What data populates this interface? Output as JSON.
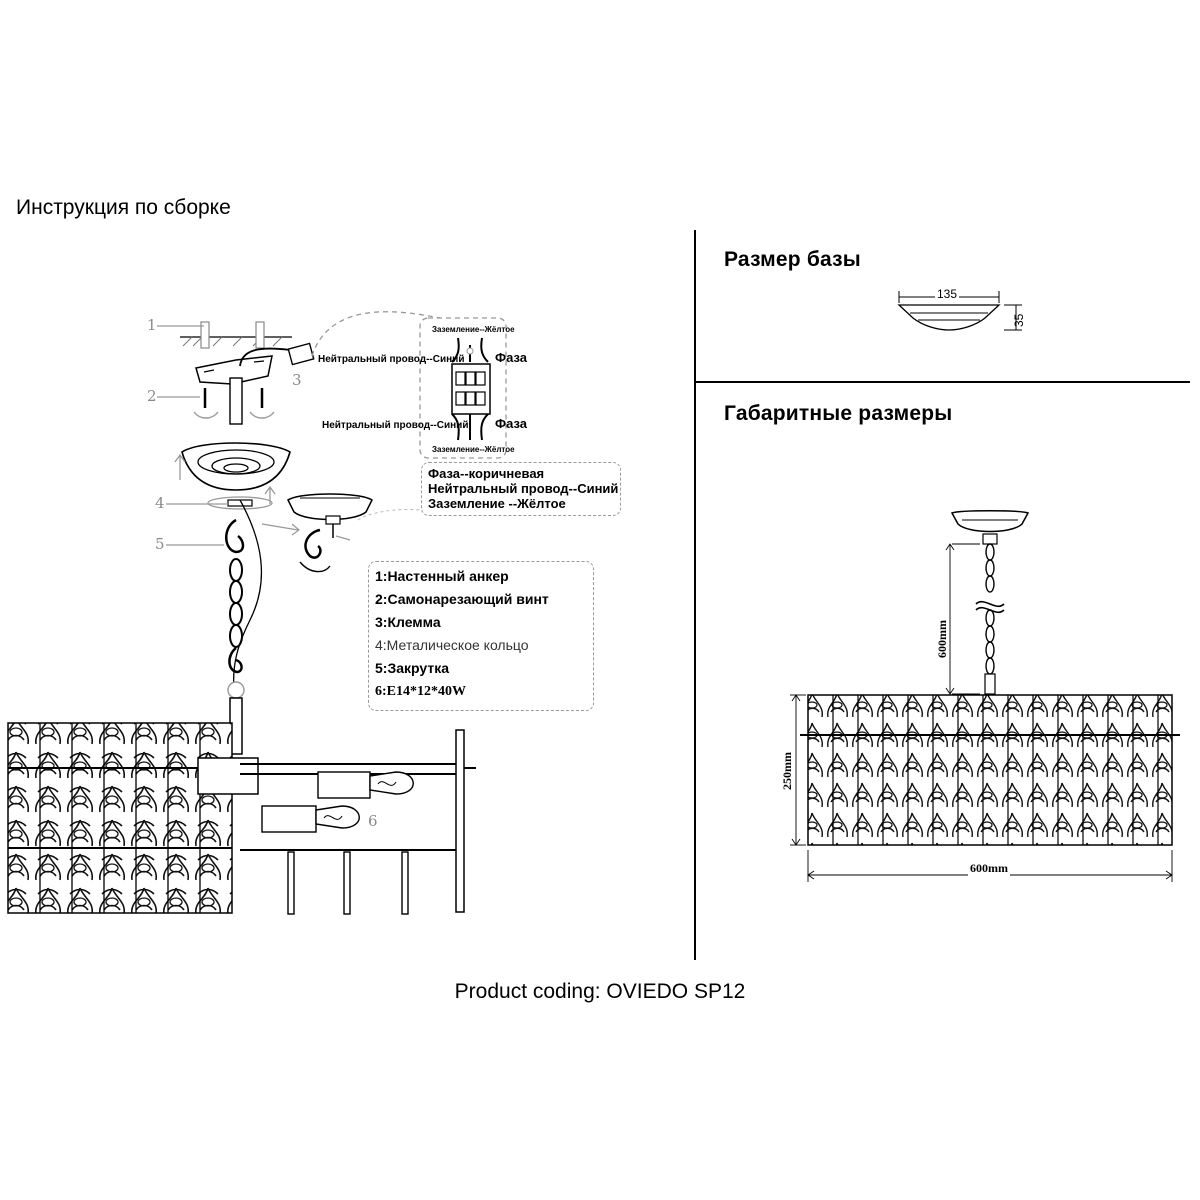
{
  "header": {
    "title": "Инструкция по сборке"
  },
  "right_panel": {
    "base_title": "Размер базы",
    "base_width": "135",
    "base_height": "35",
    "overall_title": "Габаритные размеры",
    "drop_height": "600mm",
    "body_height": "250mm",
    "body_width": "600mm"
  },
  "steps": [
    "1",
    "2",
    "3",
    "4",
    "5",
    "6"
  ],
  "wiring": {
    "neutral_top": "Нейтральный провод--Синий",
    "neutral_bottom": "Нейтральный провод--Синий",
    "phase_top": "Фаза",
    "phase_bottom": "Фаза",
    "ground_top": "Заземление--Жёлтое",
    "ground_bottom": "Заземление--Жёлтое"
  },
  "color_legend": [
    "Фаза--коричневая",
    "Нейтральный провод--Синий",
    "Заземление --Жёлтое"
  ],
  "parts_legend": [
    "1:Настенный анкер",
    "2:Самонарезающий винт",
    "3:Клемма",
    "4:Металическое кольцо",
    "5:Закрутка",
    "6:E14*12*40W"
  ],
  "footer": {
    "product_code": "Product coding: OVIEDO SP12"
  }
}
